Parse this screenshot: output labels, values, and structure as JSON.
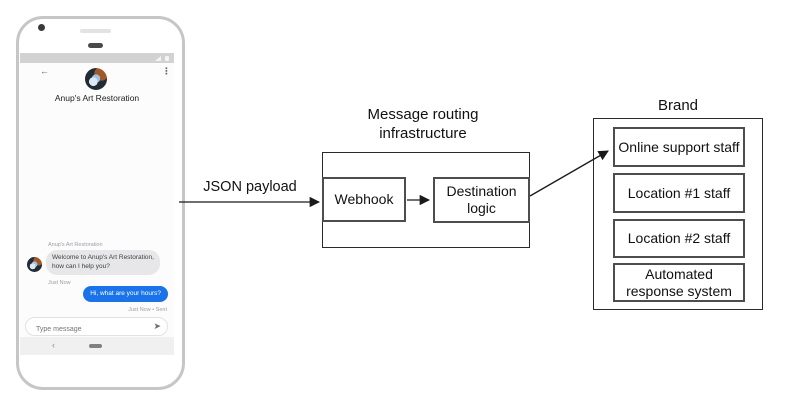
{
  "diagram": {
    "json_payload_label": "JSON payload",
    "routing_title": "Message routing infrastructure",
    "webhook_label": "Webhook",
    "destination_label": "Destination logic",
    "brand_title": "Brand",
    "brand_boxes": [
      "Online support staff",
      "Location #1 staff",
      "Location #2 staff",
      "Automated response system"
    ],
    "line_color": "#1a1a1a"
  },
  "phone": {
    "header_title": "Anup's Art Restoration",
    "icons": {
      "back": "←",
      "menu": "⋮",
      "send": "➤",
      "nav_back": "‹"
    },
    "chat": {
      "sender_label": "Anup's Art Restoration",
      "incoming_message": "Welcome to Anup's Art Restoration,\nhow can I help you?",
      "incoming_time": "Just Now",
      "outgoing_message": "Hi, what are your hours?",
      "outgoing_time": "Just Now • Sent"
    },
    "composer_placeholder": "Type message",
    "colors": {
      "outgoing_bubble": "#1a73e8",
      "incoming_bubble": "#e7e7e9",
      "statusbar": "#d2d2d2"
    }
  }
}
